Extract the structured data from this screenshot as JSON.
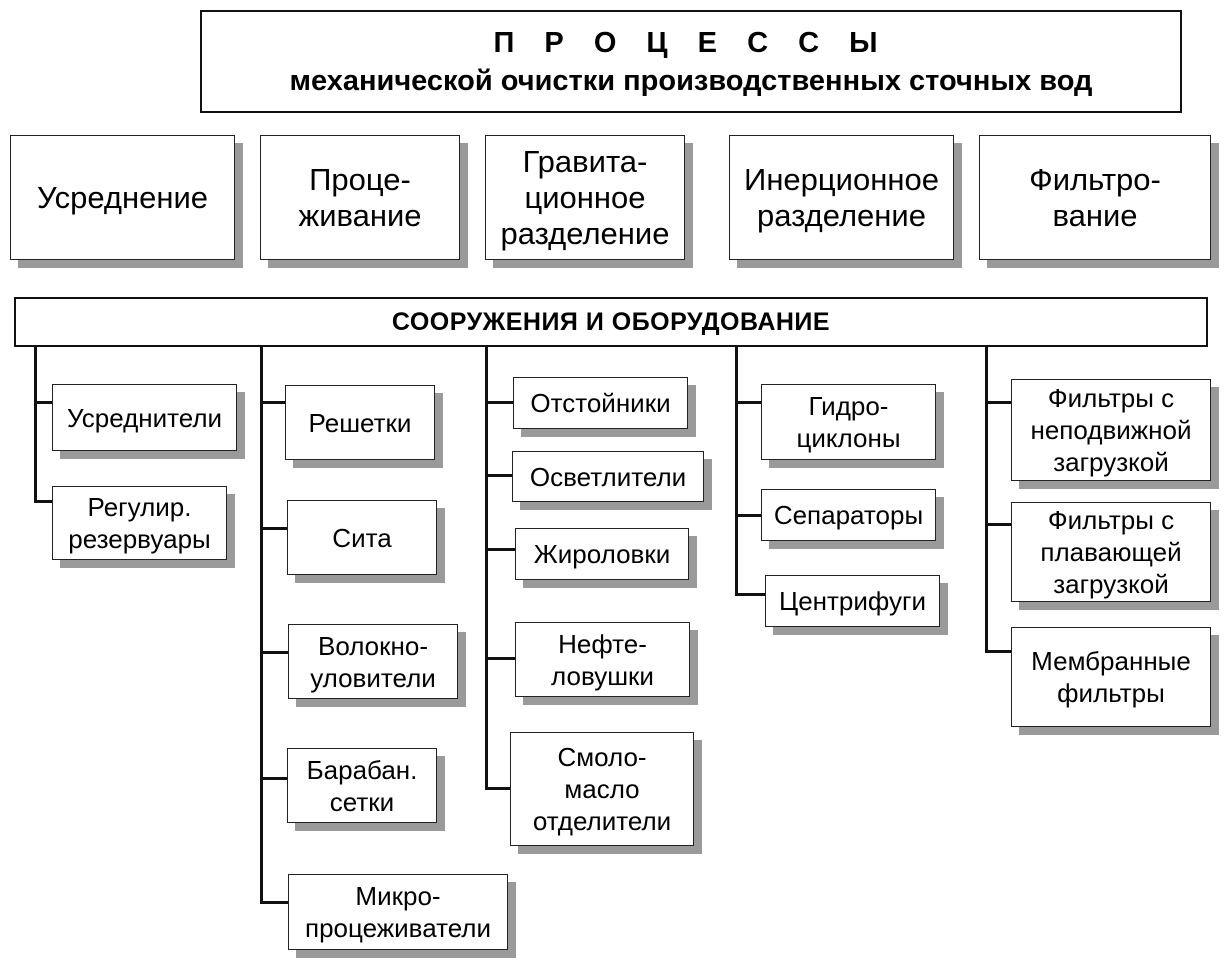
{
  "title": {
    "main": "П Р О Ц Е С С Ы",
    "sub": "механической очистки производственных сточных вод"
  },
  "processes": [
    "Усреднение",
    "Проце-\nживание",
    "Гравита-\nционное\nразделение",
    "Инерционное\nразделение",
    "Фильтро-\nвание"
  ],
  "equipment_header": "СООРУЖЕНИЯ  И ОБОРУДОВАНИЕ",
  "columns": [
    [
      "Усреднители",
      "Регулир.\nрезервуары"
    ],
    [
      "Решетки",
      "Сита",
      "Волокно-\nуловители",
      "Барабан.\nсетки",
      "Микро-\nпроцеживатели"
    ],
    [
      "Отстойники",
      "Осветлители",
      "Жироловки",
      "Нефте-\nловушки",
      "Смоло-\nмасло\nотделители"
    ],
    [
      "Гидро-\nциклоны",
      "Сепараторы",
      "Центрифуги"
    ],
    [
      "Фильтры с\nнеподвижной\nзагрузкой",
      "Фильтры  с\nплавающей\nзагрузкой",
      "Мембранные\nфильтры"
    ]
  ]
}
